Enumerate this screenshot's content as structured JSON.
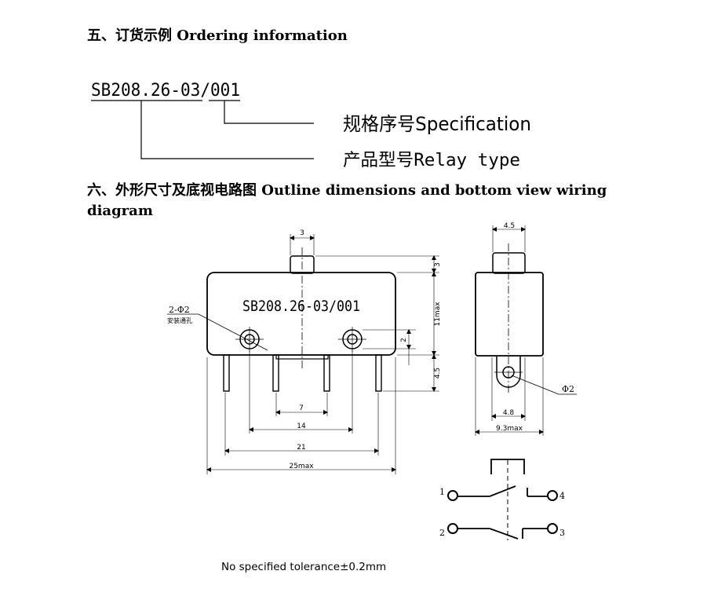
{
  "sections": {
    "ordering": {
      "number": "五、订货示例",
      "title": "Ordering information",
      "model_code": "SB208.26-03/001",
      "spec_label": "规格序号Specification",
      "type_label": "产品型号Relay type"
    },
    "outline": {
      "number": "六、外形尺寸及底视电路图",
      "title_line1": "Outline dimensions and bottom view wiring",
      "title_line2": "diagram"
    }
  },
  "front_view": {
    "model_label": "SB208.26-03/001",
    "hole_callout": "2-Φ2",
    "hole_note": "安装通孔",
    "dims": {
      "button_width": "3",
      "button_height": "3",
      "body_height": "11max",
      "hole_offset": "2",
      "pin_length": "4.5",
      "pin_spacing_inner": "7",
      "pin_spacing_mid": "14",
      "pin_spacing_outer": "21",
      "overall_length": "25max"
    }
  },
  "side_view": {
    "dims": {
      "button_width": "4.5",
      "hole_diameter": "Φ2",
      "tab_width": "4.8",
      "body_width": "9.3max"
    }
  },
  "wiring": {
    "terminals": [
      "1",
      "2",
      "3",
      "4"
    ]
  },
  "tolerance_note": "No specified tolerance±0.2mm"
}
